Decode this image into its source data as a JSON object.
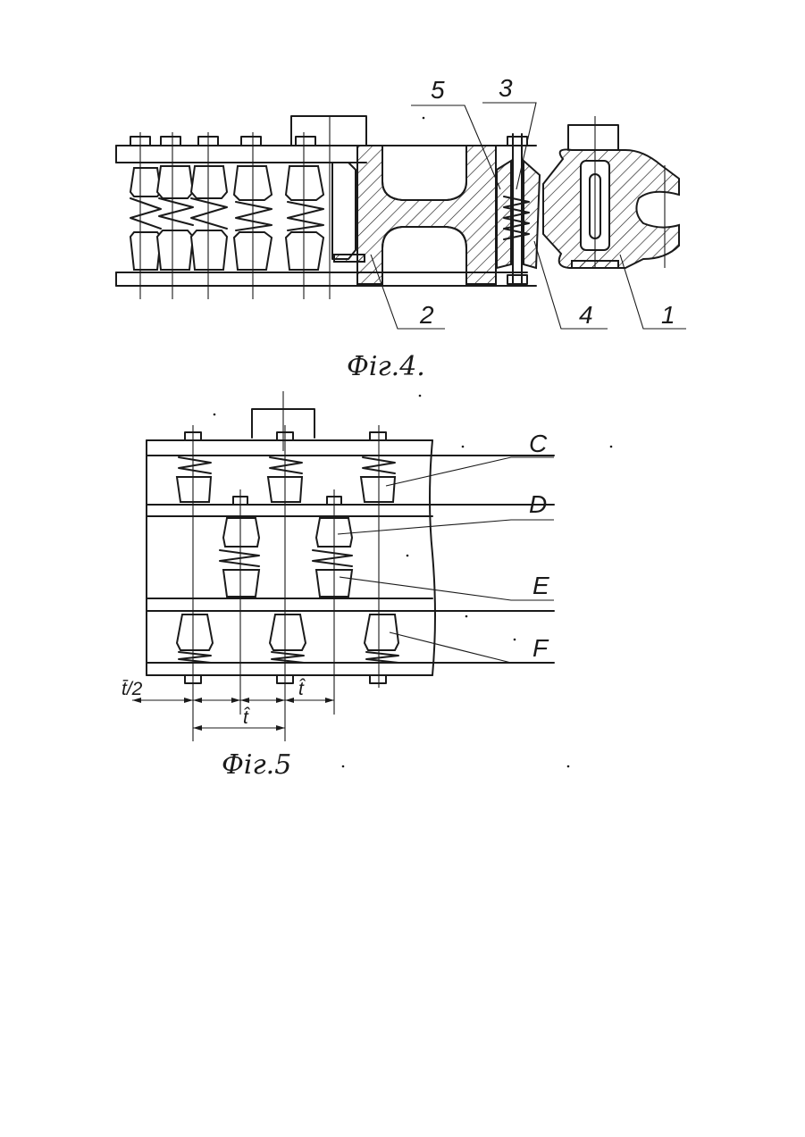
{
  "figure4": {
    "caption": "Фіг.4.",
    "labels": {
      "l1": "1",
      "l2": "2",
      "l3": "3",
      "l4": "4",
      "l5": "5"
    }
  },
  "figure5": {
    "caption": "Фіг.5",
    "labels": {
      "c": "C",
      "d": "D",
      "e": "E",
      "f": "F"
    },
    "dimensions": {
      "half_pitch": "t̄/2",
      "pitch_a": "t̂",
      "pitch_b": "t̂"
    }
  }
}
